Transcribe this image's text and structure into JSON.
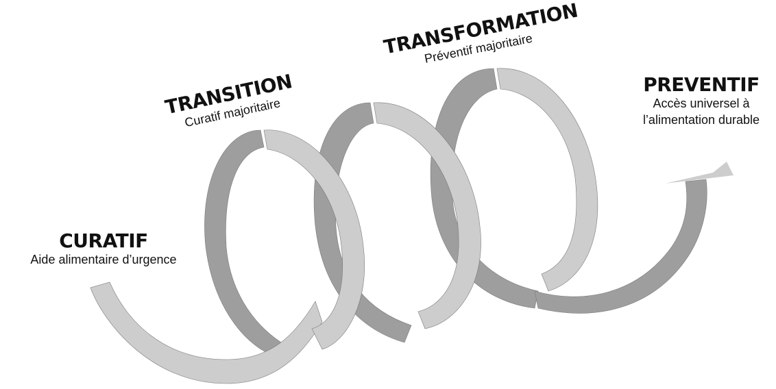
{
  "diagram": {
    "stages": [
      {
        "id": "curatif",
        "title": "CURATIF",
        "subtitle": "Aide alimentaire d’urgence"
      },
      {
        "id": "transition",
        "title": "TRANSITION",
        "subtitle": "Curatif majoritaire"
      },
      {
        "id": "transformation",
        "title": "TRANSFORMATION",
        "subtitle": "Préventif majoritaire"
      },
      {
        "id": "preventif",
        "title": "PREVENTIF",
        "subtitle": "Accès universel à l’alimentation durable"
      }
    ],
    "colors": {
      "ribbon_back": "#9e9e9e",
      "ribbon_front": "#cdcdcd",
      "ribbon_edge": "#7a7a7a",
      "text": "#111111"
    }
  }
}
